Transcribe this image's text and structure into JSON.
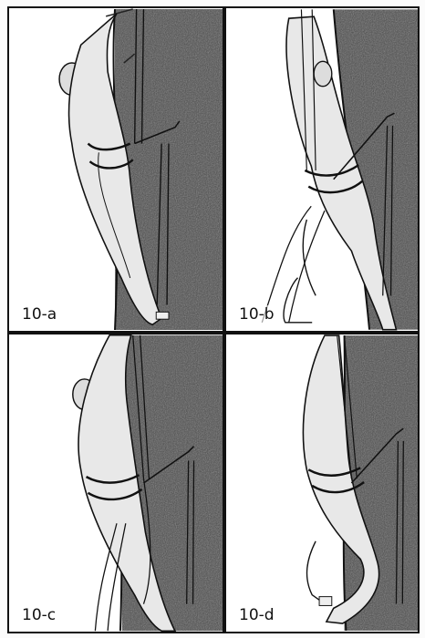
{
  "panels": [
    {
      "id": "a",
      "label": "10-a"
    },
    {
      "id": "b",
      "label": "10-b"
    },
    {
      "id": "c",
      "label": "10-c"
    },
    {
      "id": "d",
      "label": "10-d"
    }
  ],
  "colors": {
    "ink": "#111111",
    "rock": "#555555",
    "paper": "#ffffff"
  }
}
